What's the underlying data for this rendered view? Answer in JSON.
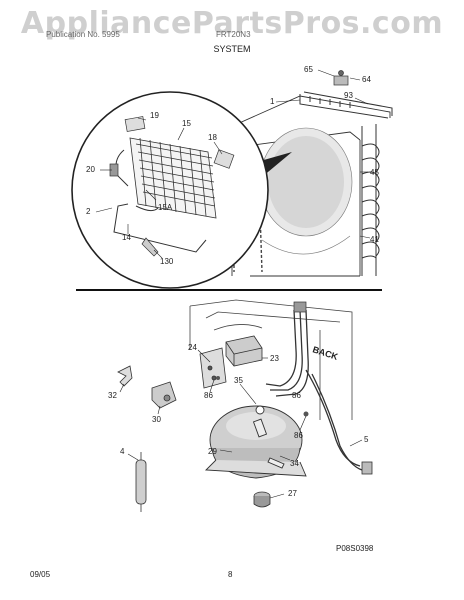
{
  "watermark": "AppliancePartsPros.com",
  "header": {
    "left": "Publication No. 5995",
    "right": "FRT20N3",
    "section": "SYSTEM"
  },
  "callouts": {
    "c65": "65",
    "c64": "64",
    "c93": "93",
    "c1": "1",
    "c45": "45",
    "c41": "41",
    "c19": "19",
    "c15": "15",
    "c18": "18",
    "c20": "20",
    "c15a": "15A",
    "c2": "2",
    "c14": "14",
    "c130": "130",
    "c24": "24",
    "c23": "23",
    "c86a": "86",
    "c32": "32",
    "c35": "35",
    "c30": "30",
    "c86b": "86",
    "c86c": "86",
    "c29": "29",
    "c34": "34",
    "c4": "4",
    "c27": "27",
    "c5": "5"
  },
  "back_label": "BACK",
  "drawing_ref": "P08S0398",
  "footer": {
    "date": "09/05",
    "page": "8"
  }
}
